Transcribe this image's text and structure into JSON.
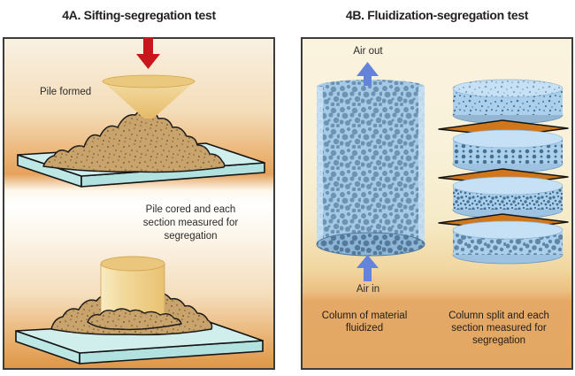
{
  "figure": {
    "panel_a": {
      "title": "4A. Sifting-segregation test",
      "labels": {
        "pile_formed": "Pile formed",
        "pile_cored": "Pile cored and each\nsection measured for\nsegregation"
      }
    },
    "panel_b": {
      "title": "4B. Fluidization-segregation test",
      "labels": {
        "air_out": "Air out",
        "air_in": "Air in",
        "caption_left": "Column of material\nfluidized",
        "caption_right": "Column split and each\nsection measured for\nsegregation"
      }
    }
  },
  "icons": {
    "material_feed_arrow": "red-down-arrow",
    "air_out_arrow": "blue-up-arrow",
    "air_in_arrow": "blue-up-arrow"
  },
  "colors": {
    "title_text": "#231f20",
    "label_text": "#2b2b2b",
    "panel_border": "#3c3c3c",
    "red_arrow": "#c9161c",
    "blue_arrow": "#6484dc",
    "funnel_gold": "#eccb81",
    "sand": "#c9a36c",
    "sand_speckle": "#7e5e36",
    "plate_cyan": "#cfeeec",
    "column_blue": "#a5cae7",
    "particle_blue": "#6e93b2",
    "tray_orange": "#d0761b",
    "caption_band": "#e3a763",
    "background_warm": "#e8ab66"
  }
}
